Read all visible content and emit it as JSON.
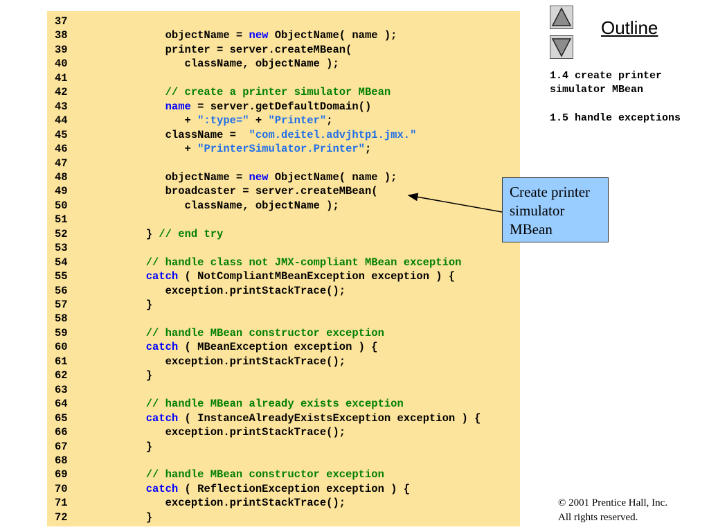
{
  "code": {
    "lines": [
      {
        "num": "37",
        "segments": []
      },
      {
        "num": "38",
        "segments": [
          {
            "t": "plain",
            "v": "            objectName = "
          },
          {
            "t": "kw",
            "v": "new"
          },
          {
            "t": "plain",
            "v": " ObjectName( name );"
          }
        ]
      },
      {
        "num": "39",
        "segments": [
          {
            "t": "plain",
            "v": "            printer = server.createMBean("
          }
        ]
      },
      {
        "num": "40",
        "segments": [
          {
            "t": "plain",
            "v": "               className, objectName );"
          }
        ]
      },
      {
        "num": "41",
        "segments": []
      },
      {
        "num": "42",
        "segments": [
          {
            "t": "cm",
            "v": "            // create a printer simulator MBean"
          }
        ]
      },
      {
        "num": "43",
        "segments": [
          {
            "t": "plain",
            "v": "            "
          },
          {
            "t": "kw",
            "v": "name"
          },
          {
            "t": "plain",
            "v": " = server.getDefaultDomain()"
          }
        ]
      },
      {
        "num": "44",
        "segments": [
          {
            "t": "plain",
            "v": "               + "
          },
          {
            "t": "str",
            "v": "\":type=\""
          },
          {
            "t": "plain",
            "v": " + "
          },
          {
            "t": "str",
            "v": "\"Printer\""
          },
          {
            "t": "plain",
            "v": ";"
          }
        ]
      },
      {
        "num": "45",
        "segments": [
          {
            "t": "plain",
            "v": "            className =  "
          },
          {
            "t": "str",
            "v": "\"com.deitel.advjhtp1.jmx.\""
          }
        ]
      },
      {
        "num": "46",
        "segments": [
          {
            "t": "plain",
            "v": "               + "
          },
          {
            "t": "str",
            "v": "\"PrinterSimulator.Printer\""
          },
          {
            "t": "plain",
            "v": ";"
          }
        ]
      },
      {
        "num": "47",
        "segments": []
      },
      {
        "num": "48",
        "segments": [
          {
            "t": "plain",
            "v": "            objectName = "
          },
          {
            "t": "kw",
            "v": "new"
          },
          {
            "t": "plain",
            "v": " ObjectName( name );"
          }
        ]
      },
      {
        "num": "49",
        "segments": [
          {
            "t": "plain",
            "v": "            broadcaster = server.createMBean("
          }
        ]
      },
      {
        "num": "50",
        "segments": [
          {
            "t": "plain",
            "v": "               className, objectName );"
          }
        ]
      },
      {
        "num": "51",
        "segments": []
      },
      {
        "num": "52",
        "segments": [
          {
            "t": "plain",
            "v": "         } "
          },
          {
            "t": "cm",
            "v": "// end try"
          }
        ]
      },
      {
        "num": "53",
        "segments": []
      },
      {
        "num": "54",
        "segments": [
          {
            "t": "cm",
            "v": "         // handle class not JMX-compliant MBean exception"
          }
        ]
      },
      {
        "num": "55",
        "segments": [
          {
            "t": "plain",
            "v": "         "
          },
          {
            "t": "kw",
            "v": "catch"
          },
          {
            "t": "plain",
            "v": " ( NotCompliantMBeanException exception ) {"
          }
        ]
      },
      {
        "num": "56",
        "segments": [
          {
            "t": "plain",
            "v": "            exception.printStackTrace();"
          }
        ]
      },
      {
        "num": "57",
        "segments": [
          {
            "t": "plain",
            "v": "         }"
          }
        ]
      },
      {
        "num": "58",
        "segments": []
      },
      {
        "num": "59",
        "segments": [
          {
            "t": "cm",
            "v": "         // handle MBean constructor exception"
          }
        ]
      },
      {
        "num": "60",
        "segments": [
          {
            "t": "plain",
            "v": "         "
          },
          {
            "t": "kw",
            "v": "catch"
          },
          {
            "t": "plain",
            "v": " ( MBeanException exception ) {"
          }
        ]
      },
      {
        "num": "61",
        "segments": [
          {
            "t": "plain",
            "v": "            exception.printStackTrace();"
          }
        ]
      },
      {
        "num": "62",
        "segments": [
          {
            "t": "plain",
            "v": "         }"
          }
        ]
      },
      {
        "num": "63",
        "segments": []
      },
      {
        "num": "64",
        "segments": [
          {
            "t": "cm",
            "v": "         // handle MBean already exists exception"
          }
        ]
      },
      {
        "num": "65",
        "segments": [
          {
            "t": "plain",
            "v": "         "
          },
          {
            "t": "kw",
            "v": "catch"
          },
          {
            "t": "plain",
            "v": " ( InstanceAlreadyExistsException exception ) {"
          }
        ]
      },
      {
        "num": "66",
        "segments": [
          {
            "t": "plain",
            "v": "            exception.printStackTrace();"
          }
        ]
      },
      {
        "num": "67",
        "segments": [
          {
            "t": "plain",
            "v": "         }"
          }
        ]
      },
      {
        "num": "68",
        "segments": []
      },
      {
        "num": "69",
        "segments": [
          {
            "t": "cm",
            "v": "         // handle MBean constructor exception"
          }
        ]
      },
      {
        "num": "70",
        "segments": [
          {
            "t": "plain",
            "v": "         "
          },
          {
            "t": "kw",
            "v": "catch"
          },
          {
            "t": "plain",
            "v": " ( ReflectionException exception ) {"
          }
        ]
      },
      {
        "num": "71",
        "segments": [
          {
            "t": "plain",
            "v": "            exception.printStackTrace();"
          }
        ]
      },
      {
        "num": "72",
        "segments": [
          {
            "t": "plain",
            "v": "         }"
          }
        ]
      }
    ]
  },
  "nav": {
    "up_icon": "triangle-up-icon",
    "down_icon": "triangle-down-icon"
  },
  "outline": {
    "title": "Outline",
    "items": [
      "1.4 create printer\nsimulator MBean",
      "1.5 handle exceptions"
    ]
  },
  "callout": {
    "text": "Create printer simulator MBean"
  },
  "footer": {
    "copyright_line1": "© 2001 Prentice Hall, Inc.",
    "copyright_line2": "All rights reserved."
  },
  "colors": {
    "code_background": "#fde49c",
    "keyword": "#0000ff",
    "comment": "#008000",
    "string": "#1f6fe8",
    "callout_background": "#99ccff"
  }
}
